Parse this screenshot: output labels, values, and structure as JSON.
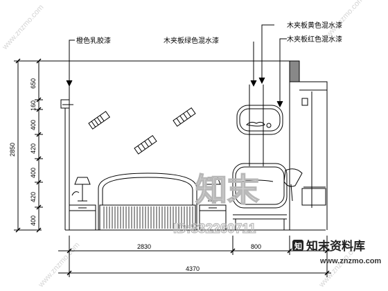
{
  "labels": {
    "orange_latex": "橙色乳胶漆",
    "green_paint": "木夹板绿色混水漆",
    "yellow_paint": "木夹板黄色混水漆",
    "red_paint": "木夹板红色混水漆"
  },
  "dimensions": {
    "total_height": "2850",
    "segments": [
      "650",
      "160",
      "400",
      "420",
      "400",
      "420",
      "400"
    ],
    "width_bed": "2830",
    "width_cabinet": "800",
    "total_width": "4370"
  },
  "watermark": {
    "logo_text": "知末",
    "id_text": "ID:832260711",
    "brand": "知末资料库",
    "url": "www.znzmo.com",
    "diag_url": "www.znzmo.com"
  }
}
